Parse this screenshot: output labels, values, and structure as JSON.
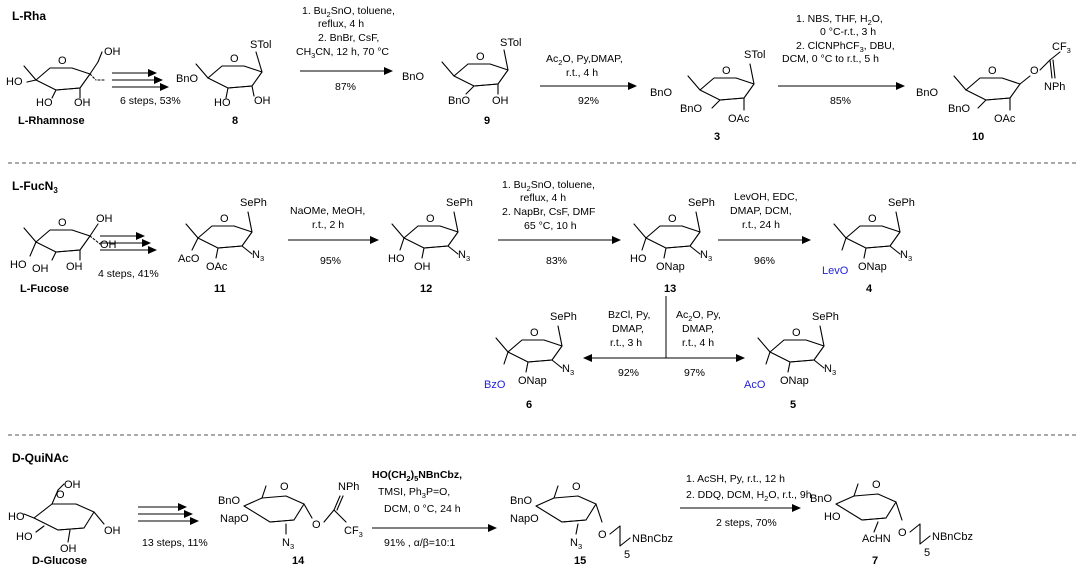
{
  "sections": [
    {
      "label_base": "L-Rha",
      "label_sub": ""
    },
    {
      "label_base": "L-FucN",
      "label_sub": "3"
    },
    {
      "label_base": "D-QuiNAc",
      "label_sub": ""
    }
  ],
  "compounds": {
    "l_rhamnose": {
      "name": "L-Rhamnose"
    },
    "c8": {
      "number": "8"
    },
    "c9": {
      "number": "9"
    },
    "c3": {
      "number": "3"
    },
    "c10": {
      "number": "10"
    },
    "l_fucose": {
      "name": "L-Fucose"
    },
    "c11": {
      "number": "11"
    },
    "c12": {
      "number": "12"
    },
    "c13": {
      "number": "13"
    },
    "c4": {
      "number": "4"
    },
    "c6": {
      "number": "6"
    },
    "c5": {
      "number": "5"
    },
    "d_glucose": {
      "name": "D-Glucose"
    },
    "c14": {
      "number": "14"
    },
    "c15": {
      "number": "15"
    },
    "c7": {
      "number": "7"
    }
  },
  "reactions": {
    "r1": {
      "below": "6 steps, 53%"
    },
    "r2": {
      "line1": "1. Bu",
      "line1_sub": "2",
      "line1_tail": "SnO, toluene,",
      "line2": "reflux, 4 h",
      "line3": "2. BnBr, CsF,",
      "line4": "CH",
      "line4_sub": "3",
      "line4_tail": "CN, 12 h, 70 °C",
      "yield": "87%"
    },
    "r3": {
      "line1": "Ac",
      "line1_sub": "2",
      "line1_tail": "O, Py,DMAP,",
      "line2": "r.t., 4 h",
      "yield": "92%"
    },
    "r4": {
      "line1": "1. NBS, THF, H",
      "line1_sub": "2",
      "line1_tail": "O,",
      "line2": "0 °C-r.t., 3 h",
      "line3": "2. ClCNPhCF",
      "line3_sub": "3",
      "line3_tail": ", DBU,",
      "line4": "DCM, 0 °C to r.t., 5 h",
      "yield": "85%"
    },
    "r5": {
      "below": "4 steps, 41%"
    },
    "r6": {
      "line1": "NaOMe, MeOH,",
      "line2": "r.t., 2 h",
      "yield": "95%"
    },
    "r7": {
      "line1": "1. Bu",
      "line1_sub": "2",
      "line1_tail": "SnO, toluene,",
      "line2": "reflux, 4 h",
      "line3": "2. NapBr, CsF, DMF",
      "line4": "65 °C, 10 h",
      "yield": "83%"
    },
    "r8": {
      "line1": "LevOH, EDC,",
      "line2": "DMAP, DCM,",
      "line3": "r.t., 24 h",
      "yield": "96%"
    },
    "r9": {
      "line1": "BzCl, Py,",
      "line2": "DMAP,",
      "line3": "r.t., 3 h",
      "yield": "92%"
    },
    "r10": {
      "line1": "Ac",
      "line1_sub": "2",
      "line1_tail": "O, Py,",
      "line2": "DMAP,",
      "line3": "r.t., 4 h",
      "yield": "97%"
    },
    "r11": {
      "below": "13 steps, 11%"
    },
    "r12": {
      "line1": "HO(CH",
      "line1_sub": "2",
      "line1_mid": ")",
      "line1_sub2": "5",
      "line1_tail": "NBnCbz,",
      "line2": "TMSI, Ph",
      "line2_sub": "3",
      "line2_tail": "P=O,",
      "line3": "DCM, 0 °C, 24 h",
      "yield": "91% , α/β=10:1"
    },
    "r13": {
      "line1": "1. AcSH, Py, r.t., 12 h",
      "line2": "2. DDQ, DCM, H",
      "line2_sub": "2",
      "line2_tail": "O, r.t., 9h",
      "yield": "2 steps, 70%"
    }
  },
  "atoms": {
    "HO": "HO",
    "OH": "OH",
    "BnO": "BnO",
    "STol": "STol",
    "OAc": "OAc",
    "AcO": "AcO",
    "SePh": "SePh",
    "N": "N",
    "N_sub": "3",
    "ONap": "ONap",
    "NapO": "NapO",
    "LevO": "LevO",
    "BzO": "BzO",
    "O": "O",
    "NPh": "NPh",
    "CF": "CF",
    "CF_sub": "3",
    "AcHN": "AcHN",
    "NBnCbz": "NBnCbz",
    "n5": "5"
  },
  "colors": {
    "protecting_group_highlight": "#1f1fd8",
    "separator": "#555555"
  }
}
